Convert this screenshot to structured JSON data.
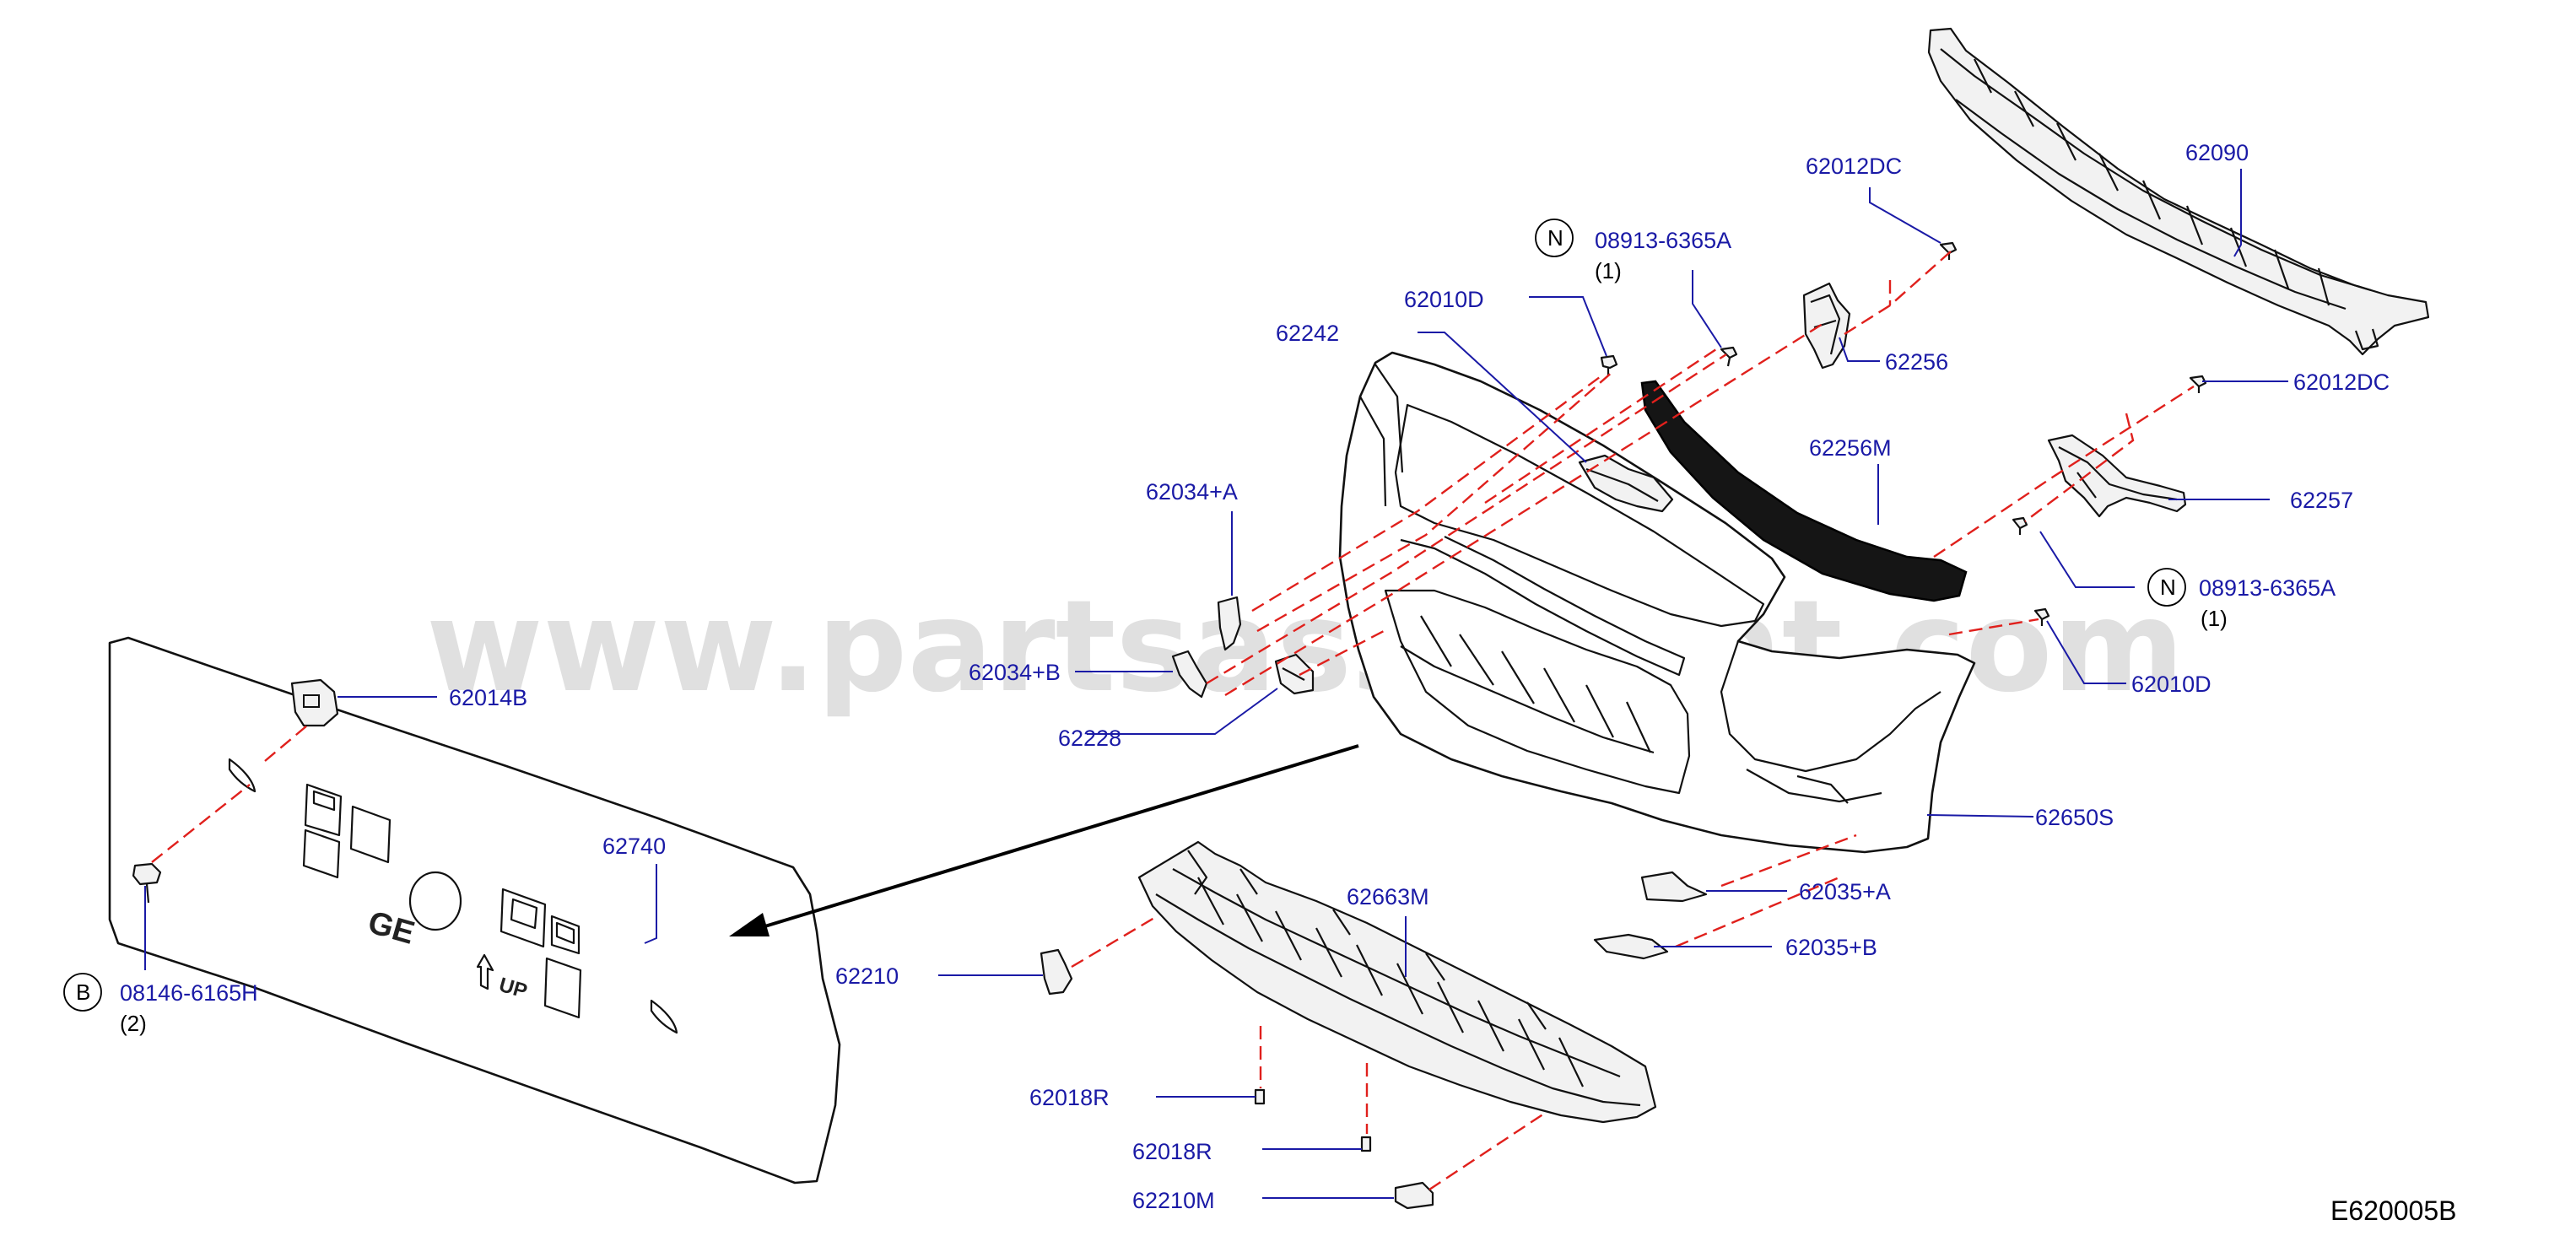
{
  "diagram": {
    "code": "E620005B",
    "watermark": "www.partsassistant.com",
    "plate_marks": {
      "ge": "GE",
      "up": "UP"
    },
    "callouts": [
      {
        "id": "c62090",
        "label": "62090"
      },
      {
        "id": "c62012dc_top",
        "label": "62012DC"
      },
      {
        "id": "c08913_top",
        "label": "08913-6365A",
        "prefix": "N",
        "qty": "(1)"
      },
      {
        "id": "c62010d_top",
        "label": "62010D"
      },
      {
        "id": "c62242",
        "label": "62242"
      },
      {
        "id": "c62256",
        "label": "62256"
      },
      {
        "id": "c62012dc_right",
        "label": "62012DC"
      },
      {
        "id": "c62256m",
        "label": "62256M"
      },
      {
        "id": "c62257",
        "label": "62257"
      },
      {
        "id": "c08913_right",
        "label": "08913-6365A",
        "prefix": "N",
        "qty": "(1)"
      },
      {
        "id": "c62010d_right",
        "label": "62010D"
      },
      {
        "id": "c62034a",
        "label": "62034+A"
      },
      {
        "id": "c62034b",
        "label": "62034+B"
      },
      {
        "id": "c62228",
        "label": "62228"
      },
      {
        "id": "c62014b",
        "label": "62014B"
      },
      {
        "id": "c62740",
        "label": "62740"
      },
      {
        "id": "c08146",
        "label": "08146-6165H",
        "prefix": "B",
        "qty": "(2)"
      },
      {
        "id": "c62650s",
        "label": "62650S"
      },
      {
        "id": "c62035a",
        "label": "62035+A"
      },
      {
        "id": "c62035b",
        "label": "62035+B"
      },
      {
        "id": "c62663m",
        "label": "62663M"
      },
      {
        "id": "c62210",
        "label": "62210"
      },
      {
        "id": "c62018r_a",
        "label": "62018R"
      },
      {
        "id": "c62018r_b",
        "label": "62018R"
      },
      {
        "id": "c62210m",
        "label": "62210M"
      }
    ]
  }
}
